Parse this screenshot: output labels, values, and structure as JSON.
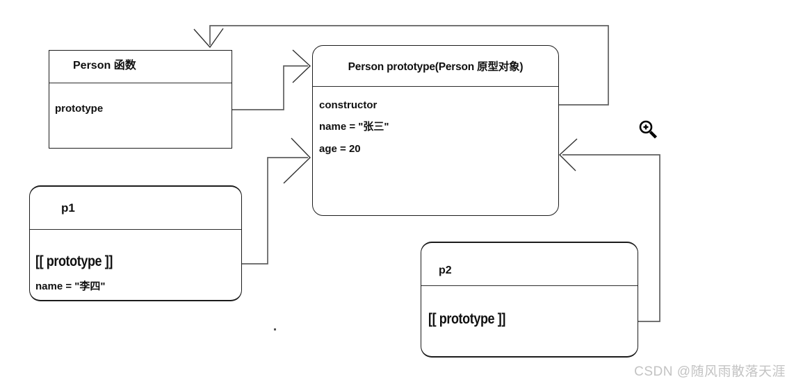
{
  "boxes": {
    "person_function": {
      "title": "Person 函数",
      "members": [
        "prototype"
      ]
    },
    "person_prototype": {
      "title": "Person prototype(Person 原型对象)",
      "members": [
        "constructor",
        "name = \"张三\"",
        "age = 20"
      ]
    },
    "p1": {
      "title": "p1",
      "members": [
        "[[ prototype ]]",
        "name = \"李四\""
      ]
    },
    "p2": {
      "title": "p2",
      "members": [
        "[[ prototype ]]"
      ]
    }
  },
  "edges": [
    {
      "from": "Person 函数 . prototype",
      "to": "Person prototype(Person 原型对象)"
    },
    {
      "from": "Person prototype . constructor",
      "to": "Person 函数"
    },
    {
      "from": "p1 . [[ prototype ]]",
      "to": "Person prototype(Person 原型对象)"
    },
    {
      "from": "p2 . [[ prototype ]]",
      "to": "Person prototype(Person 原型对象)"
    }
  ],
  "icons": {
    "zoom_cursor": "magnifier-plus-icon"
  },
  "watermark": {
    "text": "CSDN @随风雨散落天涯",
    "color": "#c3c3c3"
  },
  "colors": {
    "background": "#ffffff",
    "box_border": "#1b1b1b",
    "connector": "#5e5e5e",
    "text": "#101010"
  }
}
